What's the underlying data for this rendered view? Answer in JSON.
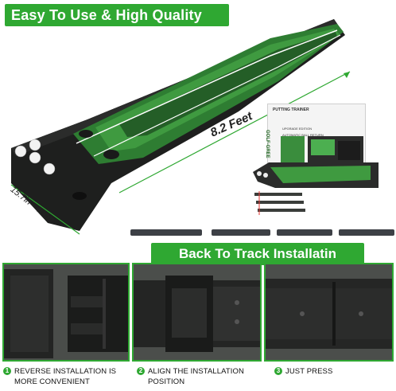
{
  "banner_top": "Easy To Use & High Quality",
  "mat": {
    "length_label": "8.2 Feet",
    "width_label": "15.7in - 40cm"
  },
  "product_box": {
    "title": "PUTTING TRAINER",
    "brand": "GOLF-GREE",
    "line1": "UPGRADE EDITION",
    "line2": "AUTOMATIC BALL RETURN"
  },
  "banner_mid": "Back To Track Installatin",
  "steps": [
    {
      "num": "1",
      "text": "REVERSE INSTALLATION IS MORE CONVENIENT"
    },
    {
      "num": "2",
      "text": "ALIGN THE INSTALLATION POSITION"
    },
    {
      "num": "3",
      "text": "JUST PRESS"
    }
  ],
  "colors": {
    "accent_green": "#2fa832",
    "mat_green": "#2e7d32",
    "track_black": "#1e1f1e"
  }
}
